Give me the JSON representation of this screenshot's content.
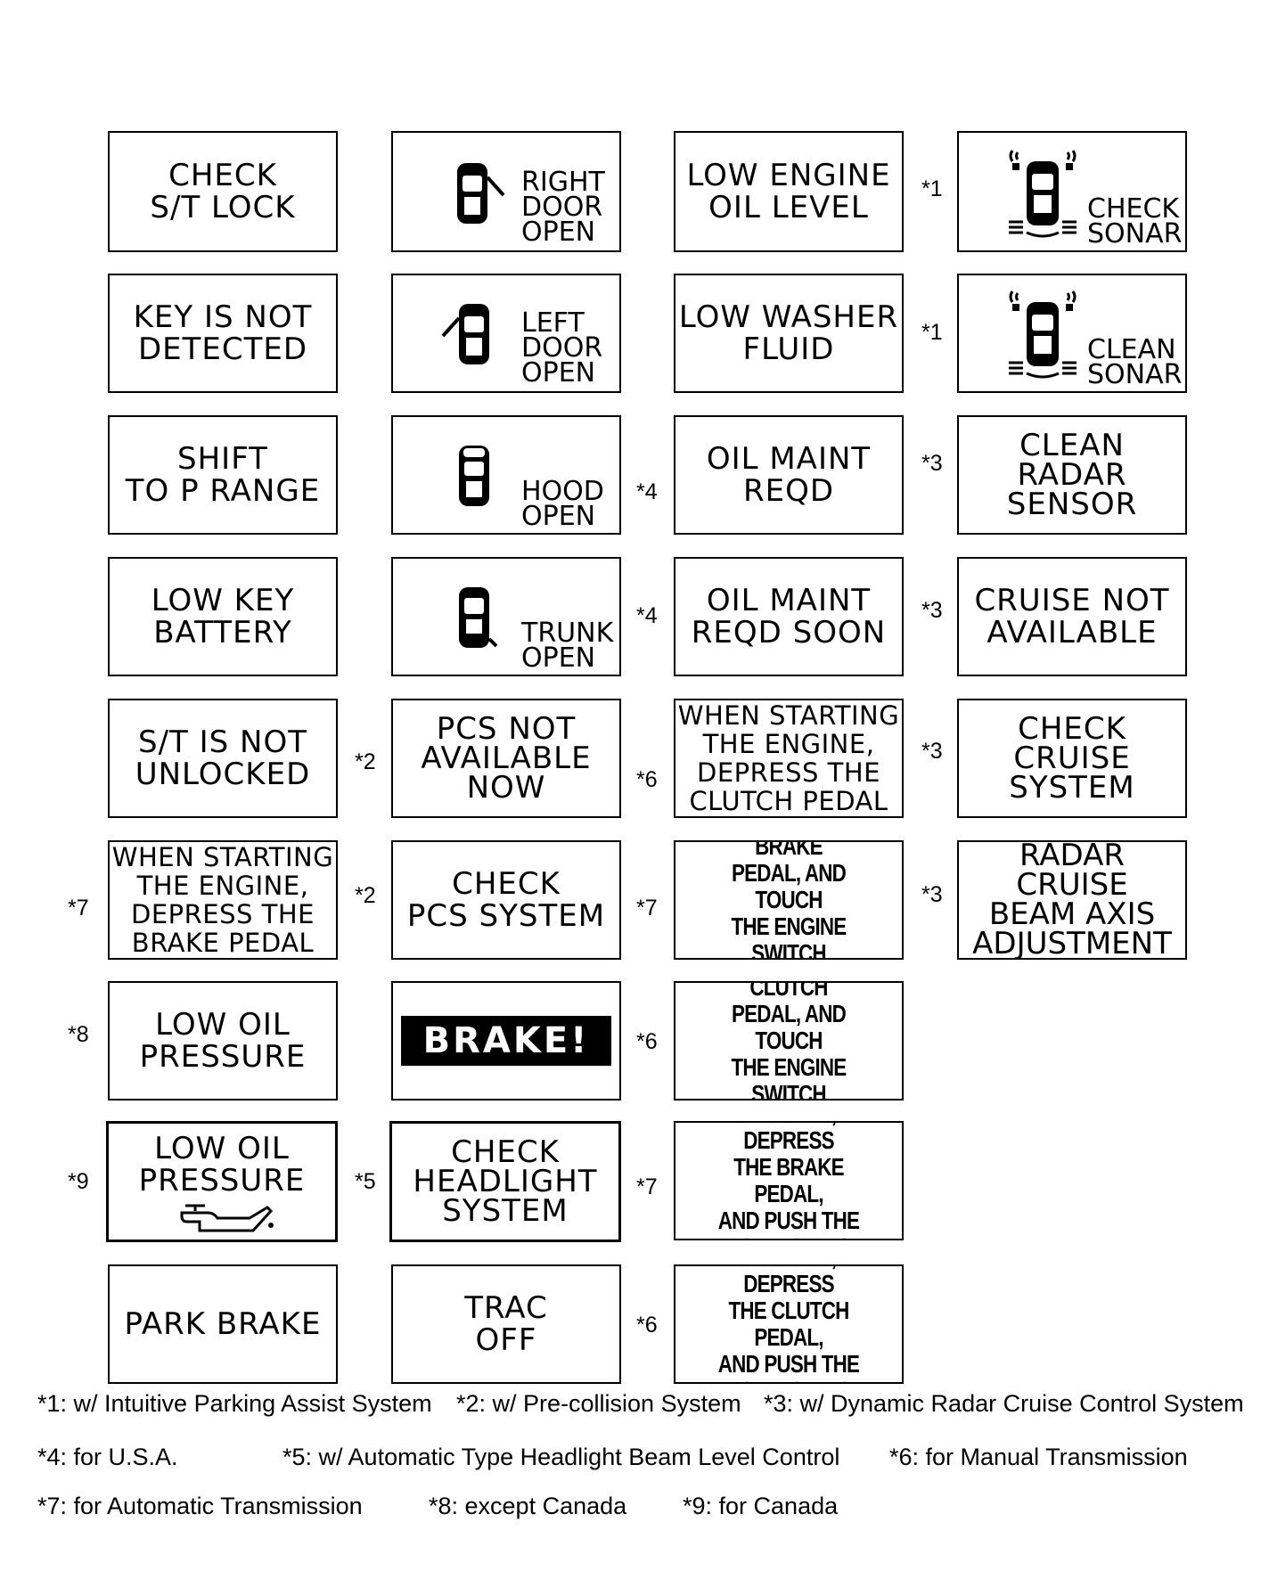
{
  "panels": {
    "c1": [
      "CHECK\nS/T LOCK",
      "KEY IS NOT\nDETECTED",
      "SHIFT\nTO P RANGE",
      "LOW KEY\nBATTERY",
      "S/T IS NOT\nUNLOCKED",
      "WHEN STARTING\nTHE ENGINE,\nDEPRESS THE\nBRAKE PEDAL",
      "LOW OIL\nPRESSURE",
      "LOW OIL\nPRESSURE",
      "PARK BRAKE"
    ],
    "c2_icons": [
      "RIGHT\nDOOR\nOPEN",
      "LEFT\nDOOR\nOPEN",
      "HOOD\nOPEN",
      "TRUNK\nOPEN"
    ],
    "c2": [
      "PCS NOT\nAVAILABLE\nNOW",
      "CHECK\nPCS SYSTEM",
      "BRAKE!",
      "CHECK\nHEADLIGHT\nSYSTEM",
      "TRAC\nOFF"
    ],
    "c3": [
      "LOW ENGINE\nOIL LEVEL",
      "LOW WASHER\nFLUID",
      "OIL MAINT\nREQD",
      "OIL MAINT\nREQD SOON",
      "WHEN STARTING\nTHE ENGINE,\nDEPRESS THE\nCLUTCH PEDAL",
      "DEPRESS THE BRAKE\nPEDAL, AND TOUCH\nTHE ENGINE SWITCH\nWITH THE KEY",
      "DEPRESS THE CLUTCH\nPEDAL, AND TOUCH\nTHE ENGINE SWITCH\nWITH THE KEY",
      "TO START, DEPRESS\nTHE BRAKE PEDAL,\nAND PUSH THE\nENGINE SWITCH",
      "TO START, DEPRESS\nTHE CLUTCH PEDAL,\nAND PUSH THE\nENGINE SWITCH"
    ],
    "c4_icons": [
      "CHECK\nSONAR",
      "CLEAN\nSONAR"
    ],
    "c4": [
      "CLEAN\nRADAR\nSENSOR",
      "CRUISE NOT\nAVAILABLE",
      "CHECK\nCRUISE\nSYSTEM",
      "RADAR CRUISE\nBEAM AXIS\nADJUSTMENT"
    ]
  },
  "notes": {
    "c1": [
      "*7",
      "*8",
      "*9"
    ],
    "c2": [
      "*2",
      "*2",
      "*5"
    ],
    "c3": [
      "*4",
      "*4",
      "*6",
      "*7",
      "*6",
      "*7",
      "*6"
    ],
    "c4": [
      "*1",
      "*1",
      "*3",
      "*3",
      "*3",
      "*3"
    ]
  },
  "footnotes": [
    "*1: w/ Intuitive Parking Assist System",
    "*2: w/ Pre-collision System",
    "*3: w/ Dynamic Radar Cruise Control System",
    "*4: for U.S.A.",
    "*5: w/ Automatic Type Headlight Beam Level Control",
    "*6: for Manual Transmission",
    "*7: for Automatic Transmission",
    "*8: except Canada",
    "*9: for Canada"
  ],
  "icons": {
    "car": "car-top-view-icon",
    "sonar": "sonar-sensor-icon",
    "oil": "oil-can-icon"
  }
}
